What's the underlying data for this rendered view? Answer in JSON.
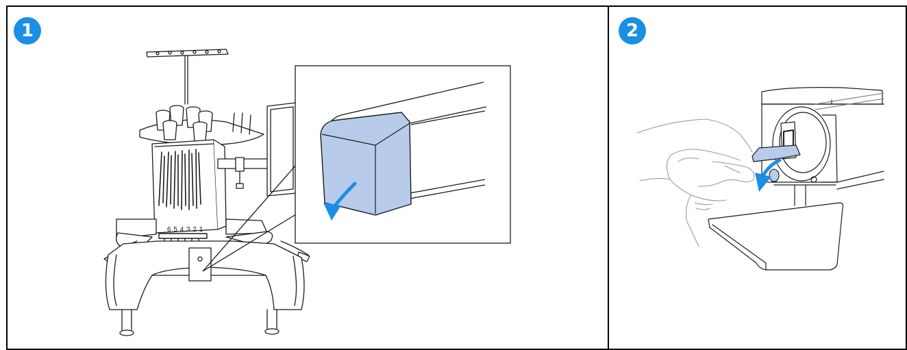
{
  "steps": [
    {
      "number": "1"
    },
    {
      "number": "2"
    }
  ],
  "needle_bar_numbers": "6 5 4 3 2 1",
  "colors": {
    "accent_blue": "#1a8fe3",
    "cover_fill": "#b9cbea",
    "line": "#1a1a1a"
  }
}
